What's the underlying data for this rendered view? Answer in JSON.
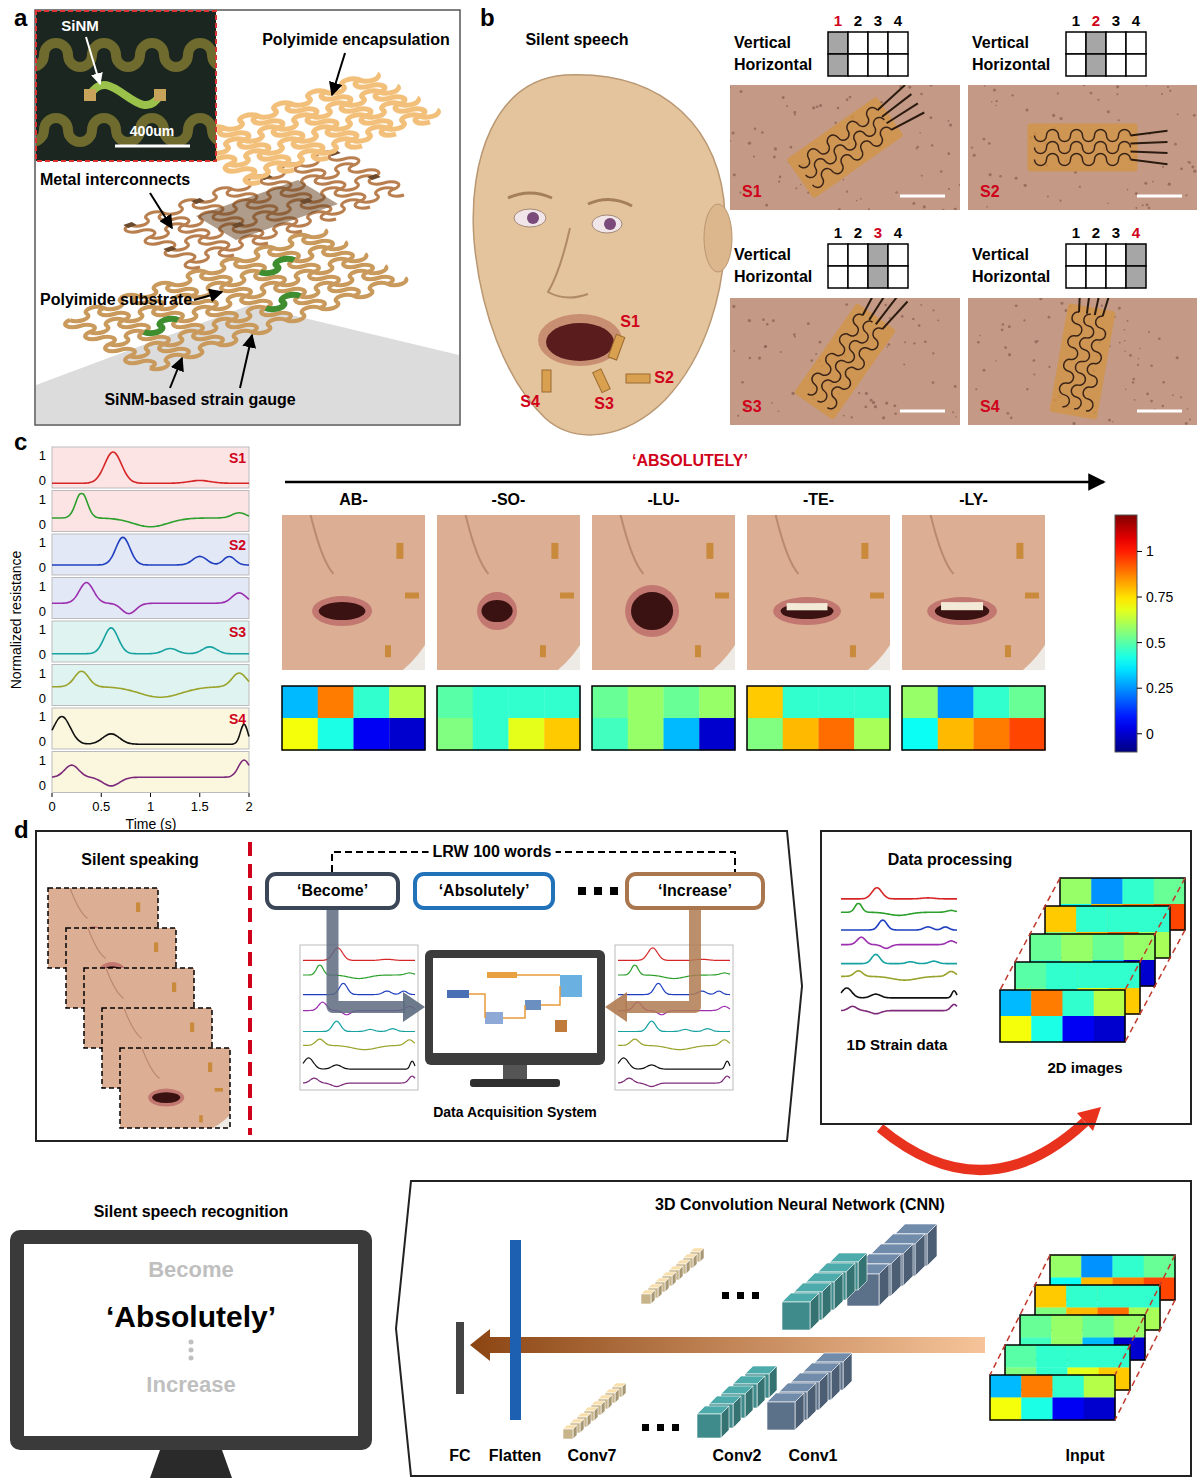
{
  "diagram": {
    "nodes": [
      {
        "text": [
          "Silent speaking"
        ]
      },
      {
        "text": [
          "‘Become’"
        ],
        "in": 0
      },
      {
        "text": [
          "‘Absolutely’"
        ],
        "in": 0
      },
      {
        "text": [
          "‘Increase’"
        ],
        "in": 0
      },
      {
        "text": [
          "Data Acquisition System"
        ],
        "in": 0
      },
      {
        "text": [
          "Data processing"
        ]
      },
      {
        "text": [
          "Silent speech recognition",
          "Become",
          "‘Absolutely’",
          "Increase"
        ]
      },
      {
        "text": [
          "3D Convolution Neural Network (CNN)"
        ]
      }
    ],
    "edges": [
      {
        "from": 1,
        "to": 4,
        "arrow": "to"
      },
      {
        "from": 3,
        "to": 4,
        "arrow": "to"
      }
    ],
    "labels": [
      "a",
      "SiNM",
      "400um",
      "Polyimide encapsulation",
      "Metal interconnects",
      "Polyimide substrate",
      "SiNM-based strain gauge",
      "b",
      "Silent speech",
      "S1",
      "S2",
      "S3",
      "S4",
      "1",
      "2",
      "3",
      "4",
      "Vertical",
      "Horizontal",
      "S1",
      "1",
      "2",
      "3",
      "4",
      "Vertical",
      "Horizontal",
      "S2",
      "1",
      "2",
      "3",
      "4",
      "Vertical",
      "Horizontal",
      "S3",
      "1",
      "2",
      "3",
      "4",
      "Vertical",
      "Horizontal",
      "S4",
      "c",
      "S1",
      "S2",
      "S3",
      "S4",
      "1",
      "0",
      "1",
      "0",
      "1",
      "0",
      "1",
      "0",
      "1",
      "0",
      "1",
      "0",
      "1",
      "0",
      "1",
      "0",
      "Normalized resistance",
      "0",
      "0.5",
      "1",
      "1.5",
      "2",
      "Time (s)",
      "‘ABSOLUTELY’",
      "AB-",
      "-SO-",
      "-LU-",
      "-TE-",
      "-LY-",
      "1",
      "0.75",
      "0.5",
      "0.25",
      "0",
      "d",
      "LRW 100 words",
      "1D Strain data",
      "2D images",
      "FC",
      "Flatten",
      "Conv7",
      "Conv2",
      "Conv1",
      "Input"
    ]
  }
}
